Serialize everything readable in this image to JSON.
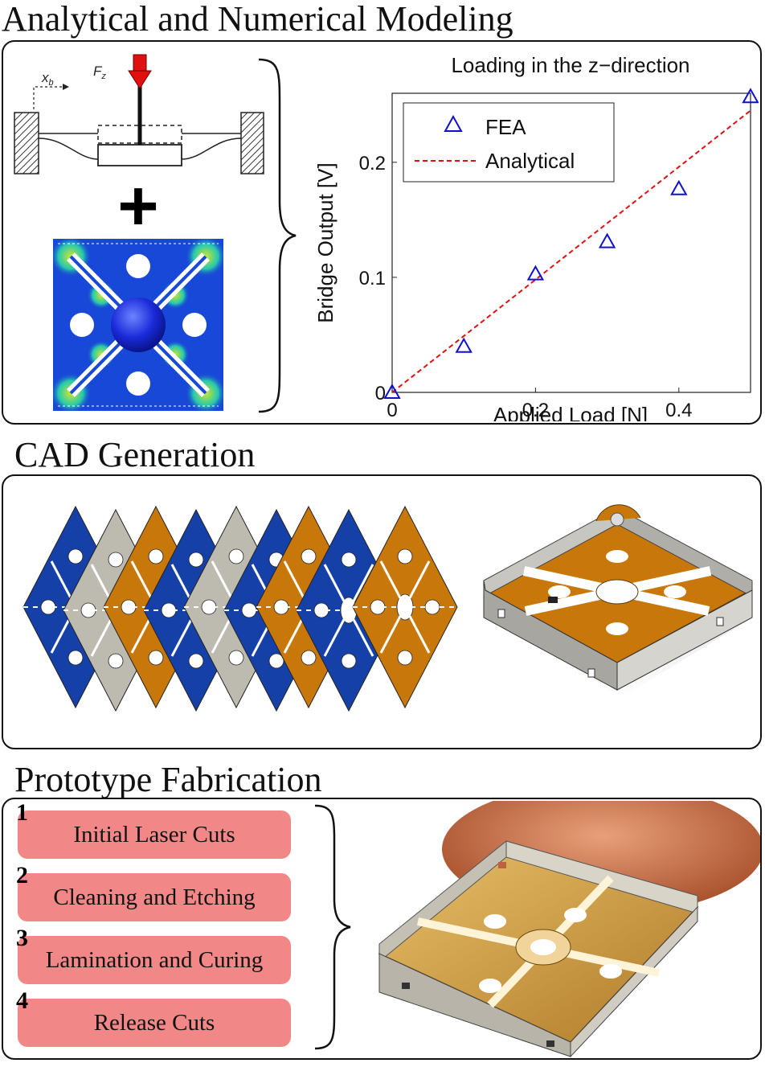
{
  "sections": {
    "analytical": {
      "title": "Analytical and Numerical Modeling"
    },
    "cad": {
      "title": "CAD Generation"
    },
    "fab": {
      "title": "Prototype Fabrication"
    }
  },
  "schematic": {
    "x_label": "x",
    "x_sub": "b",
    "force_label": "F",
    "force_sub": "z"
  },
  "plus_symbol": "+",
  "chart_data": {
    "type": "scatter",
    "title": "Loading in the z−direction",
    "xlabel": "Applied Load [N]",
    "ylabel": "Bridge Output [V]",
    "xlim": [
      0,
      0.5
    ],
    "ylim": [
      0,
      0.26
    ],
    "x_ticks": [
      "0",
      "0.2",
      "0.4"
    ],
    "y_ticks": [
      "0",
      "0.1",
      "0.2"
    ],
    "legend_position": "top-left",
    "series": [
      {
        "name": "FEA",
        "marker": "triangle",
        "color": "#1010d0",
        "x": [
          0,
          0.1,
          0.2,
          0.3,
          0.4,
          0.5
        ],
        "y": [
          0.0,
          0.04,
          0.103,
          0.131,
          0.177,
          0.257
        ]
      },
      {
        "name": "Analytical",
        "style": "dashed-line",
        "color": "#e01010",
        "x": [
          0,
          0.5
        ],
        "y": [
          0.0,
          0.245
        ]
      }
    ]
  },
  "colors": {
    "blue_layer": "#1540a8",
    "gray_layer": "#bdbab0",
    "orange_layer": "#c8780a",
    "step_fill": "#f28787",
    "force_arrow": "#e01010"
  },
  "fab_steps": [
    {
      "number": "1",
      "label": "Initial Laser Cuts"
    },
    {
      "number": "2",
      "label": "Cleaning and Etching"
    },
    {
      "number": "3",
      "label": "Lamination and Curing"
    },
    {
      "number": "4",
      "label": "Release Cuts"
    }
  ]
}
